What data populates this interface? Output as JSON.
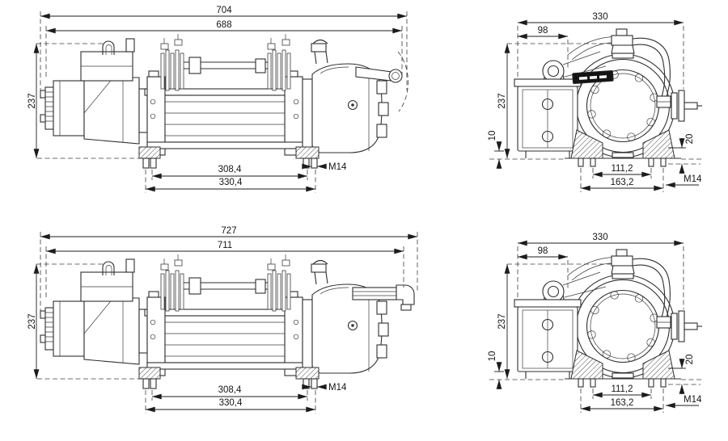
{
  "drawing": {
    "background": "#ffffff",
    "line_color": "#2f2f2f",
    "views": {
      "top_side": {
        "overall_length": "704",
        "length_to_clutch": "688",
        "height": "237",
        "foot_span_inner": "308,4",
        "foot_span_outer": "330,4",
        "stud_thread": "M14"
      },
      "top_end": {
        "overall_width": "330",
        "bracket_width": "98",
        "height": "237",
        "base_offset": "10",
        "stud_projection": "20",
        "stud_span_inner": "111,2",
        "stud_span_outer": "163,2",
        "stud_thread": "M14"
      },
      "bottom_side": {
        "overall_length": "727",
        "length_to_clutch": "711",
        "height": "237",
        "foot_span_inner": "308,4",
        "foot_span_outer": "330,4",
        "stud_thread": "M14"
      },
      "bottom_end": {
        "overall_width": "330",
        "bracket_width": "98",
        "height": "237",
        "base_offset": "10",
        "stud_projection": "20",
        "stud_span_inner": "111,2",
        "stud_span_outer": "163,2",
        "stud_thread": "M14"
      }
    }
  }
}
